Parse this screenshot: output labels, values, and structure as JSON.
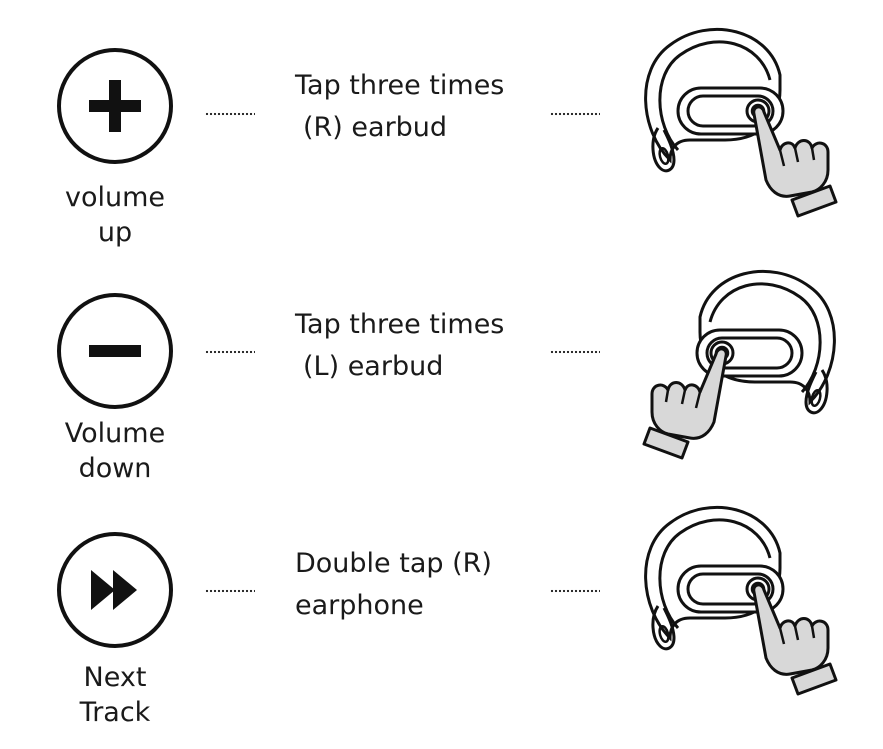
{
  "rows": [
    {
      "icon": "plus-icon",
      "caption": [
        "volume",
        "up"
      ],
      "instruction": [
        "Tap three times",
        "(R) earbud"
      ],
      "earbud": "right-earbud-tap"
    },
    {
      "icon": "minus-icon",
      "caption": [
        "Volume",
        "down"
      ],
      "instruction": [
        "Tap three times",
        " (L) earbud"
      ],
      "earbud": "left-earbud-tap"
    },
    {
      "icon": "fast-forward-icon",
      "caption": [
        "Next",
        "Track"
      ],
      "instruction": [
        "Double tap (R)",
        "earphone"
      ],
      "earbud": "right-earbud-double-tap"
    }
  ],
  "colors": {
    "ink": "#111111",
    "hand_fill": "#d8d8d8",
    "background": "#ffffff"
  }
}
